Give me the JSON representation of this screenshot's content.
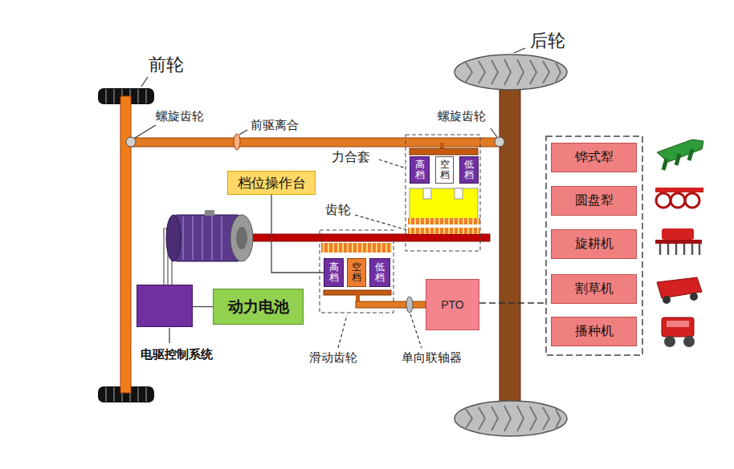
{
  "diagram": {
    "nodes": [
      {
        "text": [
          "档位操作台"
        ]
      },
      {
        "text": [
          "高档"
        ]
      },
      {
        "text": [
          "空档"
        ]
      },
      {
        "text": [
          "低档"
        ]
      },
      {
        "text": [
          "高档"
        ]
      },
      {
        "text": [
          "空档"
        ]
      },
      {
        "text": [
          "低档"
        ]
      },
      {
        "text": [
          "动力电池"
        ]
      },
      {
        "text": [
          "电驱控制系统"
        ]
      },
      {
        "text": [
          "PTO"
        ]
      },
      {
        "text": [
          "铧式犁"
        ]
      },
      {
        "text": [
          "圆盘犁"
        ]
      },
      {
        "text": [
          "旋耕机"
        ]
      },
      {
        "text": [
          "割草机"
        ]
      },
      {
        "text": [
          "播种机"
        ]
      }
    ],
    "edges": [
      {
        "from": 0,
        "to": 4,
        "arrow": "none"
      },
      {
        "from": 8,
        "to": 7,
        "arrow": "none"
      }
    ],
    "labels": [
      "前轮",
      "后轮",
      "螺旋齿轮",
      "前驱离合",
      "螺旋齿轮",
      "力合套",
      "齿轮",
      "滑动齿轮",
      "单向联轴器"
    ]
  }
}
